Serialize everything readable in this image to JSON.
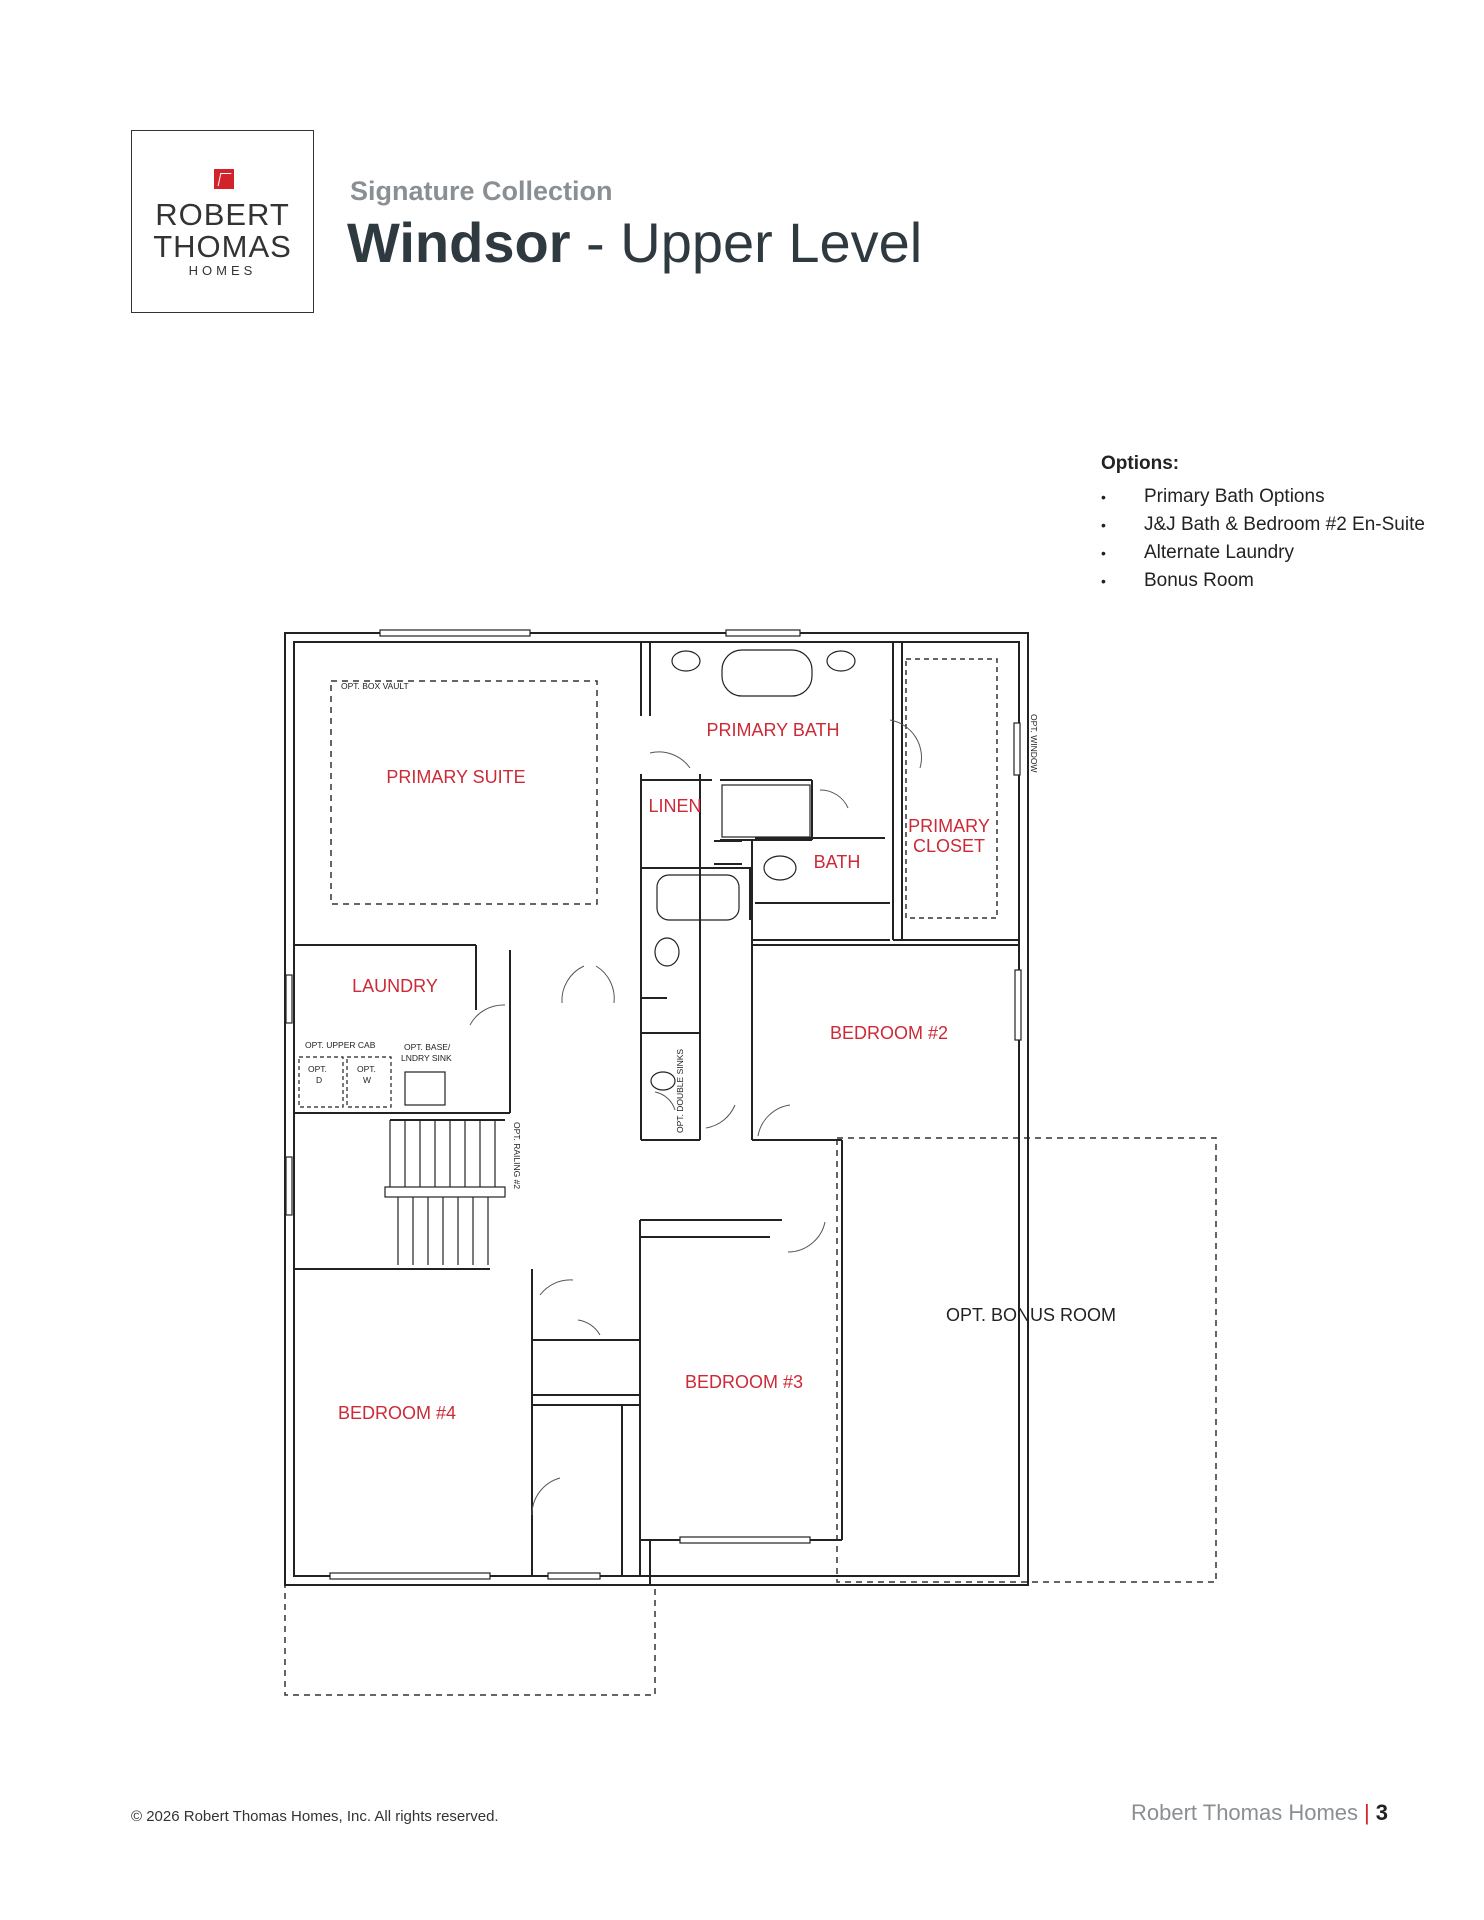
{
  "logo": {
    "line1": "ROBERT",
    "line2": "THOMAS",
    "line3": "HOMES"
  },
  "header": {
    "subtitle": "Signature Collection",
    "title_bold": "Windsor",
    "title_rest": " - Upper Level"
  },
  "options": {
    "heading": "Options:",
    "items": [
      "Primary Bath Options",
      "J&J Bath & Bedroom #2 En-Suite",
      "Alternate Laundry",
      "Bonus Room"
    ]
  },
  "rooms": {
    "primary_suite": "PRIMARY SUITE",
    "primary_bath": "PRIMARY BATH",
    "linen": "LINEN",
    "bath": "BATH",
    "primary_closet_1": "PRIMARY",
    "primary_closet_2": "CLOSET",
    "laundry": "LAUNDRY",
    "bedroom2": "BEDROOM #2",
    "bedroom3": "BEDROOM #3",
    "bedroom4": "BEDROOM #4",
    "bonus": "OPT. BONUS ROOM"
  },
  "notes": {
    "box_vault": "OPT. BOX VAULT",
    "opt_window": "OPT. WINDOW",
    "upper_cab": "OPT. UPPER CAB",
    "base_sink_1": "OPT. BASE/",
    "base_sink_2": "LNDRY SINK",
    "opt_d_1": "OPT.",
    "opt_d_2": "D",
    "opt_w_1": "OPT.",
    "opt_w_2": "W",
    "double_sinks": "OPT. DOUBLE SINKS",
    "railing": "OPT. RAILING #2"
  },
  "footer": {
    "copyright": "© 2026 Robert Thomas Homes, Inc. All rights reserved.",
    "brand": "Robert Thomas Homes",
    "separator": "|",
    "page": "3"
  },
  "colors": {
    "accent": "#cc2a36",
    "text": "#2f3a40",
    "muted": "#8a8f93"
  }
}
